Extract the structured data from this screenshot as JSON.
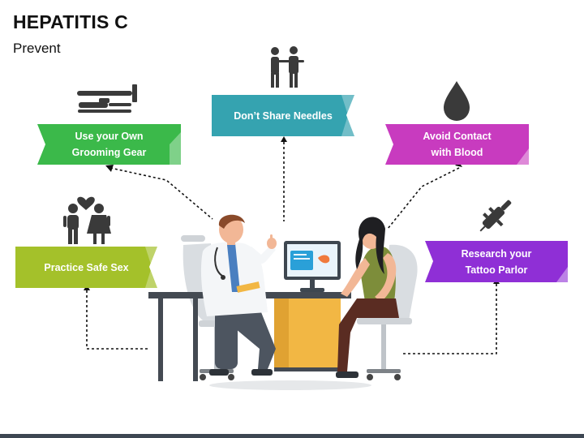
{
  "slide": {
    "title": "HEPATITIS C",
    "subtitle": "Prevent"
  },
  "items": [
    {
      "label": "Use your Own\nGrooming Gear",
      "color": "#3bb94a",
      "icon": "razor-toothbrush-icon"
    },
    {
      "label": "Don’t Share Needles",
      "color": "#35a3b0",
      "icon": "people-sharing-icon"
    },
    {
      "label": "Avoid Contact\nwith Blood",
      "color": "#c83bbf",
      "icon": "blood-drop-icon"
    },
    {
      "label": "Practice Safe Sex",
      "color": "#a4c12a",
      "icon": "couple-heart-icon"
    },
    {
      "label": "Research your\nTattoo Parlor",
      "color": "#8f2fd6",
      "icon": "tattoo-machine-icon"
    }
  ]
}
